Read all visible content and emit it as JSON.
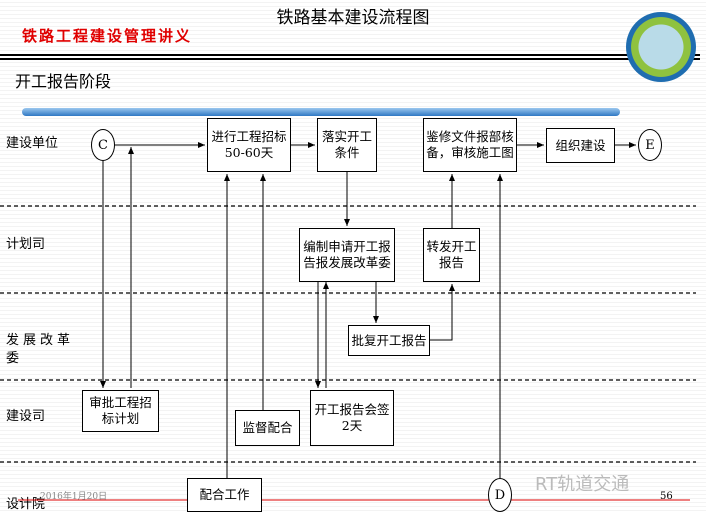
{
  "header": {
    "title": "铁路基本建设流程图",
    "subtitle": "铁路工程建设管理讲义",
    "stage": "开工报告阶段"
  },
  "lanes": [
    "建设单位",
    "计划司",
    "发展改革委",
    "建设司",
    "设计院"
  ],
  "nodes": {
    "c": "C",
    "e": "E",
    "d": "D",
    "tender": "进行工程招标\n50-60天",
    "conditions": "落实开工条件",
    "review": "鉴修文件报部核备，审核施工图",
    "organize": "组织建设",
    "prepare": "编制申请开工报告报发展改革委",
    "forward": "转发开工报告",
    "approve": "批复开工报告",
    "plan": "审批工程招标计划",
    "supervise": "监督配合",
    "countersign": "开工报告会签\n2天",
    "cooperate": "配合工作"
  },
  "footer": {
    "date": "2016年1月20日",
    "page": "56",
    "watermark": "RT轨道交通"
  },
  "colors": {
    "accent_red": "#e00000",
    "bar_blue": "#4a8fd0"
  }
}
